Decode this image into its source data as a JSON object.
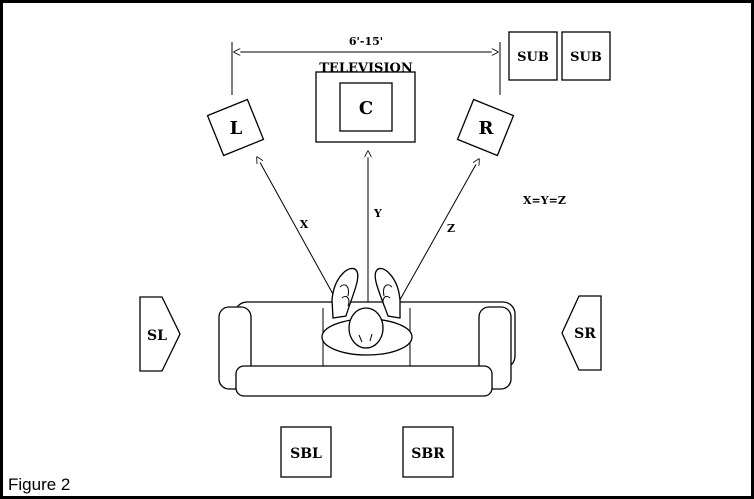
{
  "figure": {
    "caption": "Figure 2",
    "distance_label": "6'-15'",
    "equation": "X=Y=Z",
    "television_label": "TELEVISION"
  },
  "speakers": {
    "center": "C",
    "left": "L",
    "right": "R",
    "sub_1": "SUB",
    "sub_2": "SUB",
    "surround_left": "SL",
    "surround_right": "SR",
    "surround_back_left": "SBL",
    "surround_back_right": "SBR"
  },
  "distances": {
    "x": "X",
    "y": "Y",
    "z": "Z"
  }
}
